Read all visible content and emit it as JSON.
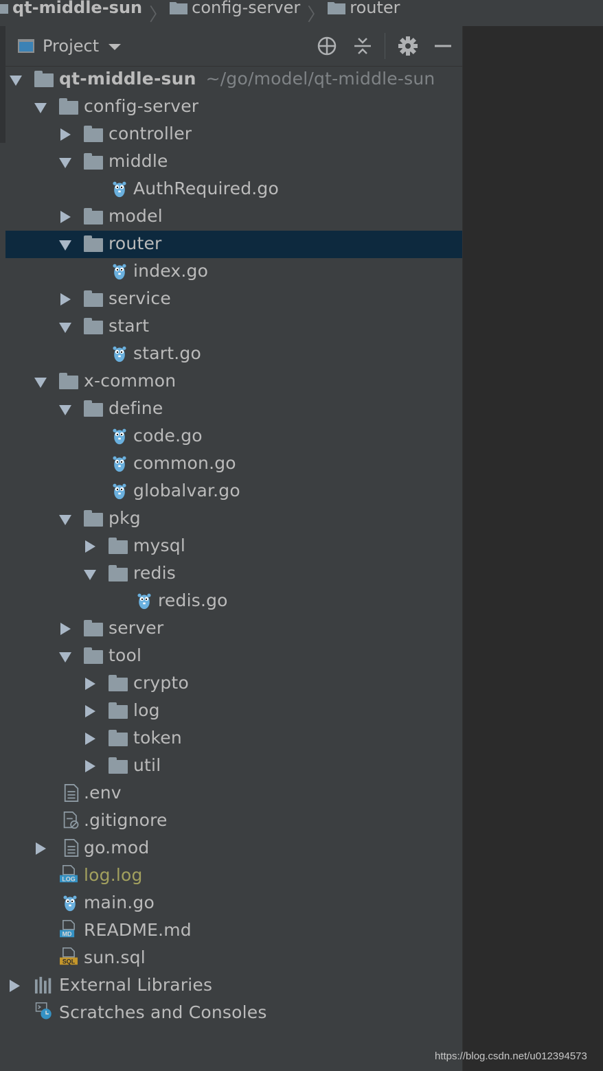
{
  "breadcrumb": {
    "items": [
      "qt-middle-sun",
      "config-server",
      "router"
    ]
  },
  "panel": {
    "view_label": "Project"
  },
  "icons": {
    "locate": "crosshair-icon",
    "collapse": "collapse-all-icon",
    "settings": "gear-icon",
    "hide": "minimize-icon"
  },
  "colors": {
    "panel_bg": "#3c3f41",
    "selection_bg": "#0d293e",
    "folder": "#8e9ba4",
    "go_gopher": "#6ab0de",
    "log_file_text": "#a2a05e"
  },
  "tree": {
    "root_label": "qt-middle-sun",
    "root_path": "~/go/model/qt-middle-sun",
    "config_server": "config-server",
    "controller": "controller",
    "middle": "middle",
    "auth_required": "AuthRequired.go",
    "model": "model",
    "router": "router",
    "index_go": "index.go",
    "service": "service",
    "start": "start",
    "start_go": "start.go",
    "x_common": "x-common",
    "define": "define",
    "code_go": "code.go",
    "common_go": "common.go",
    "globalvar_go": "globalvar.go",
    "pkg": "pkg",
    "mysql": "mysql",
    "redis": "redis",
    "redis_go": "redis.go",
    "server": "server",
    "tool": "tool",
    "crypto": "crypto",
    "log": "log",
    "token": "token",
    "util": "util",
    "env": ".env",
    "gitignore": ".gitignore",
    "go_mod": "go.mod",
    "log_log": "log.log",
    "main_go": "main.go",
    "readme": "README.md",
    "sun_sql": "sun.sql",
    "external_libraries": "External Libraries",
    "scratches": "Scratches and Consoles"
  },
  "badges": {
    "log": "LOG",
    "md": "MD",
    "sql": "SQL"
  },
  "watermark": "https://blog.csdn.net/u012394573"
}
